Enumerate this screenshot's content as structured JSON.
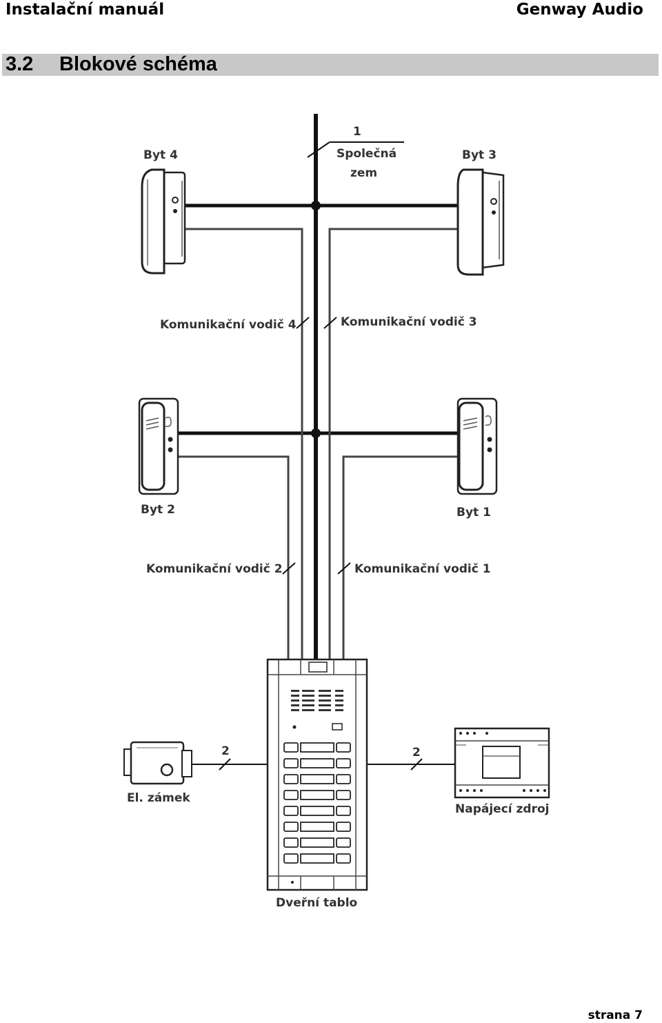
{
  "header": {
    "left": "Instalační manuál",
    "right": "Genway Audio"
  },
  "section": {
    "number": "3.2",
    "title": "Blokové schéma"
  },
  "diagram": {
    "ground_count": "1",
    "ground_line1": "Společná",
    "ground_line2": "zem",
    "byt4": "Byt 4",
    "byt3": "Byt 3",
    "byt2": "Byt 2",
    "byt1": "Byt 1",
    "wire4": "Komunikační vodič 4",
    "wire3": "Komunikační vodič 3",
    "wire2": "Komunikační vodič 2",
    "wire1": "Komunikační vodič 1",
    "lock_wires": "2",
    "psu_wires": "2",
    "lock": "El. zámek",
    "psu": "Napájecí zdroj",
    "panel": "Dveřní tablo"
  },
  "footer": {
    "page": "strana 7"
  }
}
